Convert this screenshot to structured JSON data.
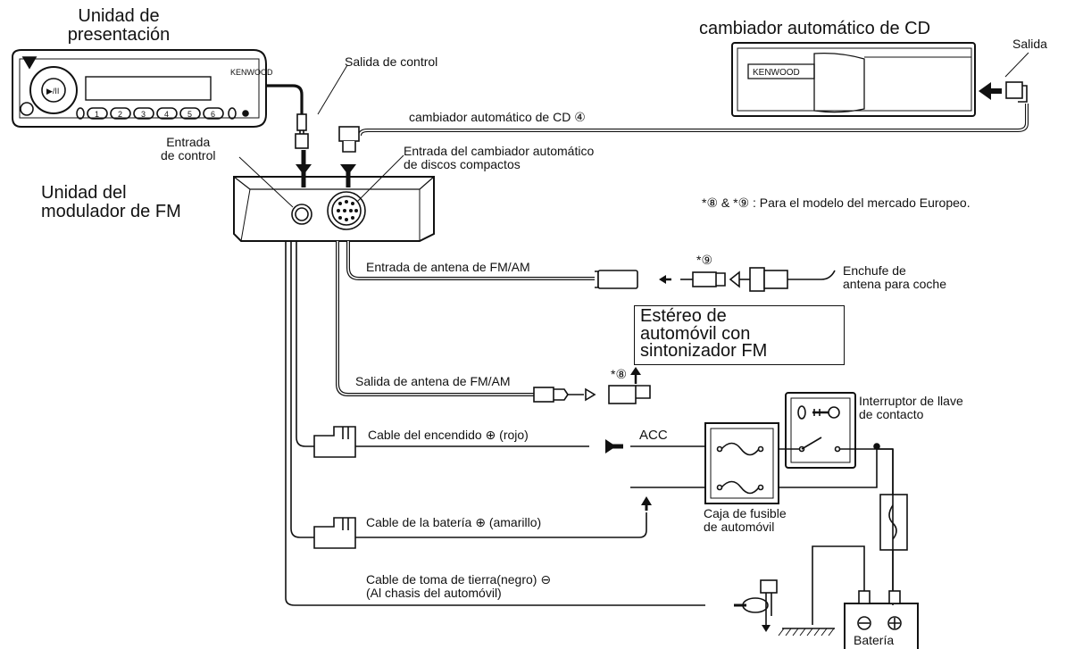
{
  "display_unit": {
    "title": "Unidad de\npresentación",
    "brand": "KENWOOD"
  },
  "cd_changer": {
    "title": "cambiador automático de CD",
    "brand": "KENWOOD",
    "output": "Salida"
  },
  "fm_modulator": {
    "title": "Unidad del\nmodulador de FM"
  },
  "labels": {
    "control_output": "Salida de control",
    "cd_changer_cable": "cambiador automático de CD ④",
    "control_input": "Entrada\nde control",
    "cd_changer_input": "Entrada del cambiador automático\nde discos compactos",
    "european_note": "*⑧ & *⑨ : Para el modelo del mercado Europeo.",
    "antenna_input": "Entrada de antena de FM/AM",
    "marker_9": "*⑨",
    "car_antenna_plug": "Enchufe de\nantena para coche",
    "car_stereo": "Estéreo de\nautomóvil con\nsintonizador FM",
    "antenna_output": "Salida de antena de FM/AM",
    "marker_8": "*⑧",
    "ignition_switch": "Interruptor de llave\nde contacto",
    "ignition_cable": "Cable del encendido ⊕ (rojo)",
    "acc": "ACC",
    "fuse_box": "Caja de fusible\nde automóvil",
    "battery_cable": "Cable de la batería ⊕ (amarillo)",
    "ground_cable": "Cable de toma de tierra(negro) ⊖\n(Al chasis del automóvil)",
    "battery": "Batería"
  },
  "display_buttons": [
    "1",
    "2",
    "3",
    "4",
    "5",
    "6"
  ]
}
